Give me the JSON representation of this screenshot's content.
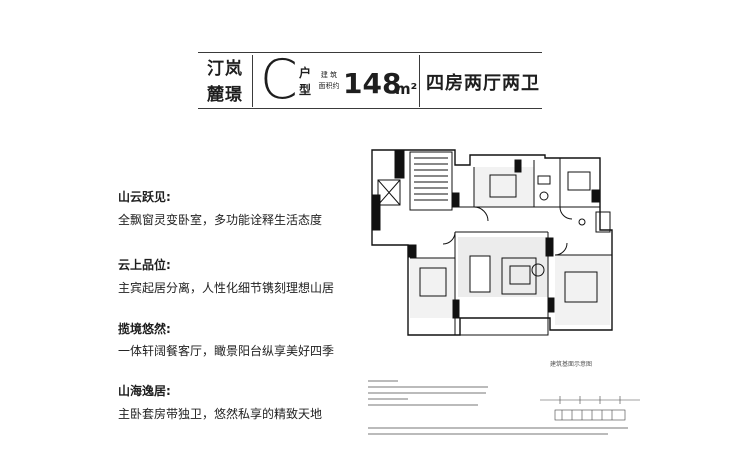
{
  "header": {
    "project_line1": "汀岚",
    "project_line2": "麓璟",
    "type_letter": "C",
    "type_label_1": "户",
    "type_label_2": "型",
    "area_label_1": "建 筑",
    "area_label_2": "面积约",
    "area_value": "148",
    "area_unit": "m²",
    "layout": "四房两厅两卫"
  },
  "features": [
    {
      "title": "山云跃见:",
      "desc": "全飘窗灵变卧室，多功能诠释生活态度"
    },
    {
      "title": "云上品位:",
      "desc": "主宾起居分离，人性化细节镌刻理想山居"
    },
    {
      "title": "揽境悠然:",
      "desc": "一体轩阔餐客厅，瞰景阳台纵享美好四季"
    },
    {
      "title": "山海逸居:",
      "desc": "主卧套房带独卫，悠然私享的精致天地"
    }
  ],
  "plan": {
    "caption": "建筑基面示意图"
  },
  "colors": {
    "text": "#1e1e1e",
    "line": "#3a3a3a",
    "wall": "#111111",
    "floor": "#e8e8e8"
  }
}
